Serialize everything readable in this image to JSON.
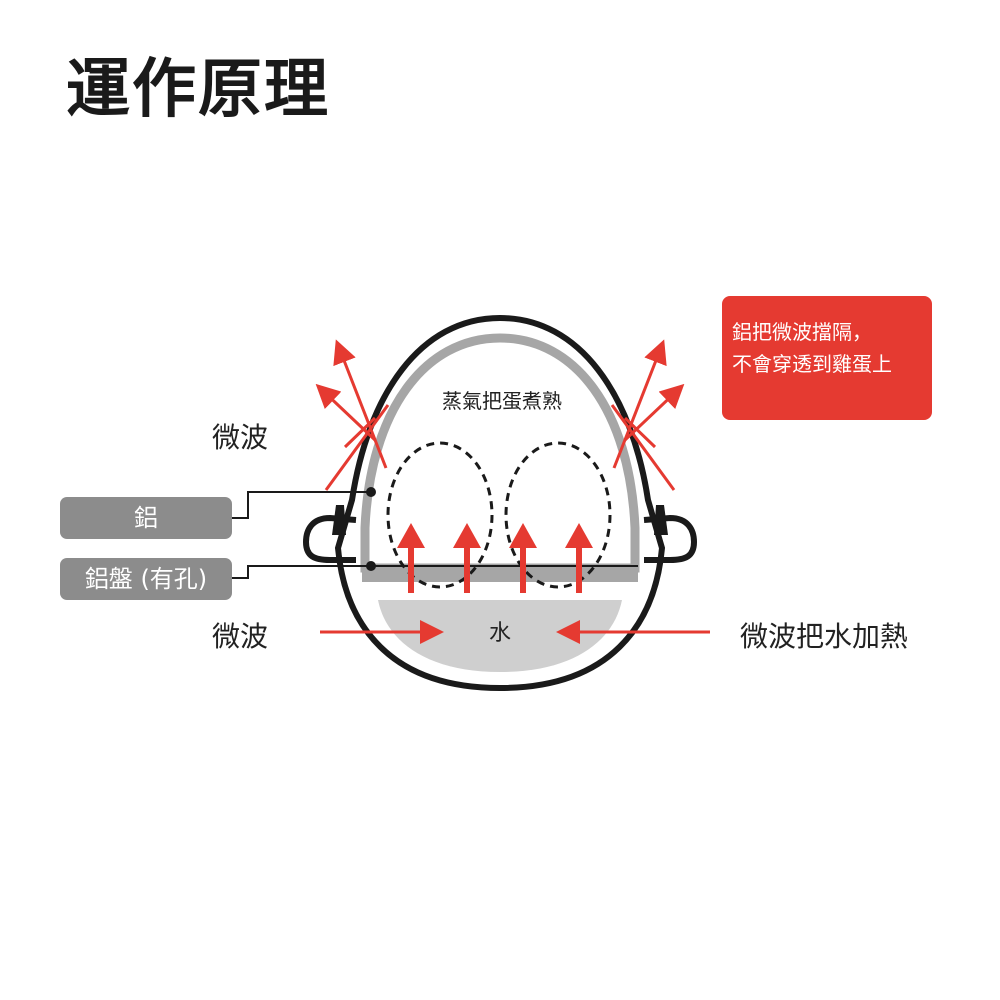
{
  "title": "運作原理",
  "labels": {
    "microwave_top": "微波",
    "aluminum": "鋁",
    "aluminum_tray": "鋁盤 (有孔)",
    "microwave_bottom": "微波",
    "steam": "蒸氣把蛋煮熟",
    "water": "水",
    "microwave_heats_water": "微波把水加熱"
  },
  "callout": {
    "line1": "鋁把微波擋隔，",
    "line2": "不會穿透到雞蛋上"
  },
  "colors": {
    "accent_red": "#e53a31",
    "label_gray": "#8c8c8c",
    "inner_gray": "#a6a6a6",
    "water_gray": "#cfcfcf",
    "outline": "#1a1a1a"
  }
}
